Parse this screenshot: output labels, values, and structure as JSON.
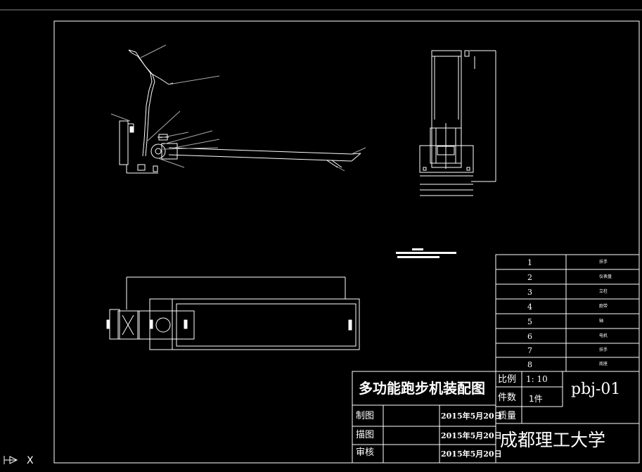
{
  "title_block": {
    "drawing_title": "多功能跑步机装配图",
    "scale_label": "比例",
    "scale_value": "1: 10",
    "quantity_label": "件数",
    "quantity_value": "1件",
    "mass_label": "质量",
    "drawing_number": "pbj-01",
    "school": "成都理工大学",
    "rows": [
      {
        "role": "制图",
        "date": "2015年5月20日"
      },
      {
        "role": "描图",
        "date": "2015年5月20日"
      },
      {
        "role": "审核",
        "date": "2015年5月20日"
      }
    ]
  },
  "parts_list": [
    {
      "no": "1",
      "name": "扶手"
    },
    {
      "no": "2",
      "name": "仪表盘"
    },
    {
      "no": "3",
      "name": "立柱"
    },
    {
      "no": "4",
      "name": "跑带"
    },
    {
      "no": "5",
      "name": "轴"
    },
    {
      "no": "6",
      "name": "电机"
    },
    {
      "no": "7",
      "name": "扶手"
    },
    {
      "no": "8",
      "name": "底座"
    }
  ],
  "ucs_label": "X",
  "colors": {
    "line": "#ffffff",
    "leader": "#aaaaaa",
    "background": "#000000"
  }
}
